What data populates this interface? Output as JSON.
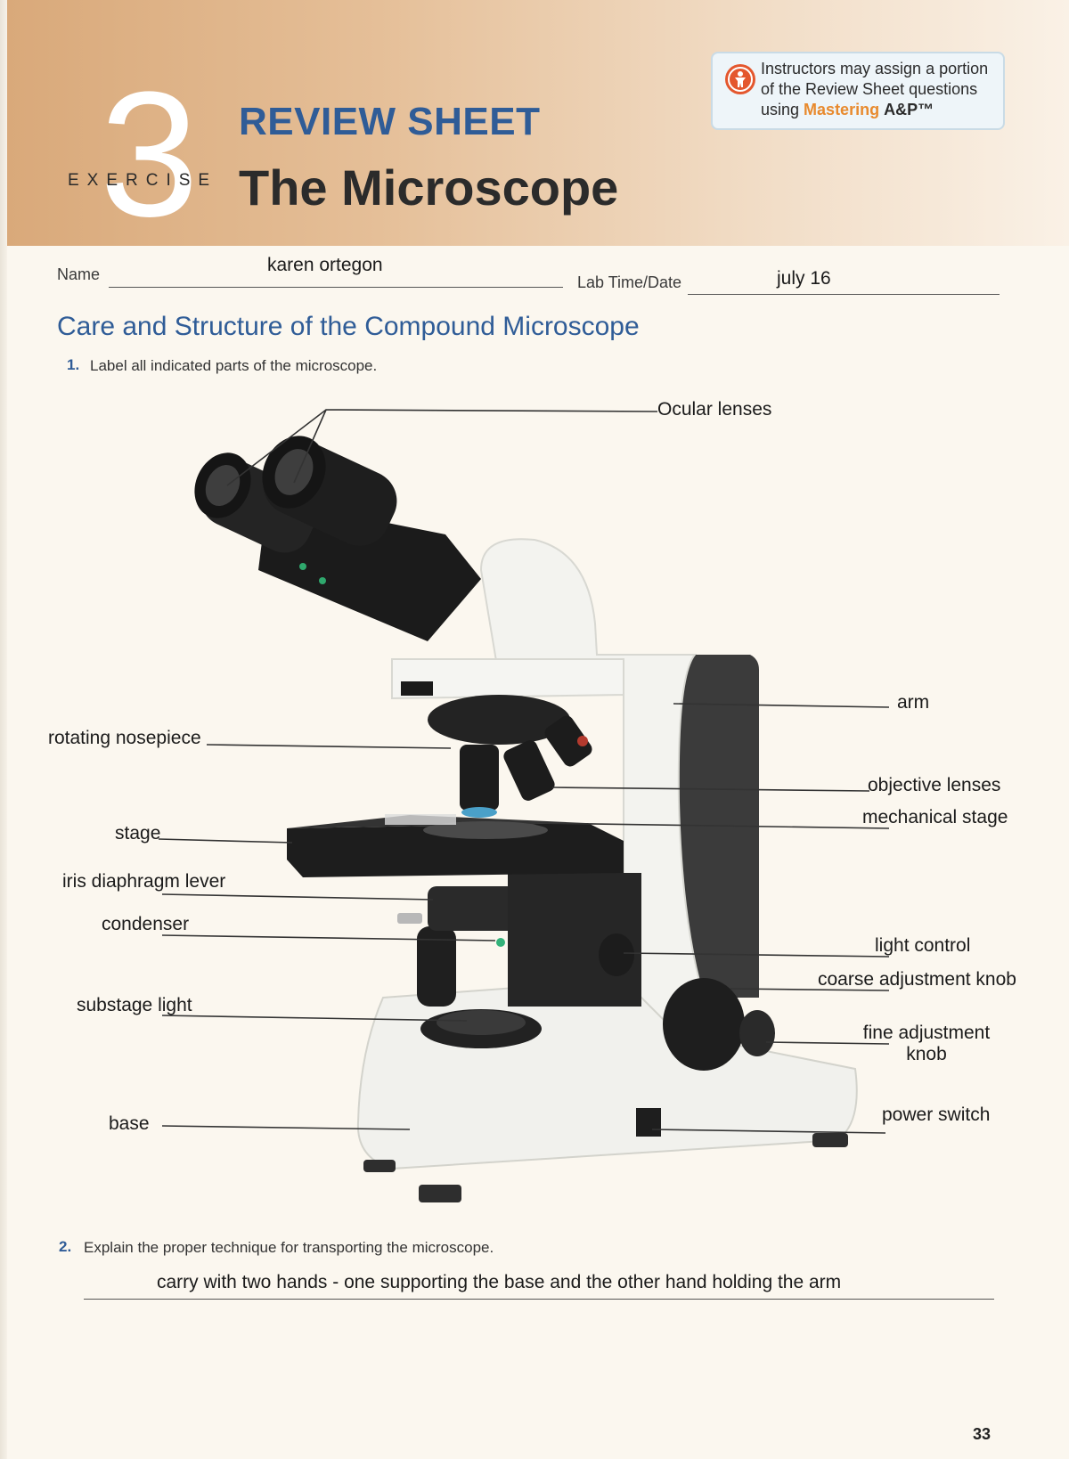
{
  "header": {
    "exercise_number": "3",
    "exercise_word": "EXERCISE",
    "review_sheet": "REVIEW SHEET",
    "title": "The Microscope"
  },
  "mastering_note": {
    "text_before": "Instructors may assign a portion of the Review Sheet questions using",
    "brand": "Mastering",
    "brand_suffix": "A&P™",
    "icon": "mastering-person-icon"
  },
  "fields": {
    "name_label": "Name",
    "name_value": "karen ortegon",
    "labtime_label": "Lab Time/Date",
    "labtime_value": "july 16"
  },
  "section": {
    "heading": "Care and Structure of the Compound Microscope"
  },
  "question1": {
    "number": "1.",
    "text": "Label all indicated parts of the microscope."
  },
  "labels": {
    "ocular": "Ocular lenses",
    "arm": "arm",
    "nosepiece": "rotating nosepiece",
    "objective": "objective lenses",
    "mech_stage": "mechanical stage",
    "stage": "stage",
    "iris": "iris diaphragm lever",
    "condenser": "condenser",
    "light_control": "light control",
    "coarse": "coarse adjustment knob",
    "substage": "substage light",
    "fine_line1": "fine adjustment",
    "fine_line2": "knob",
    "base": "base",
    "power": "power switch"
  },
  "question2": {
    "number": "2.",
    "text": "Explain the proper technique for transporting the microscope.",
    "answer": "carry with two hands - one supporting the base and the other hand holding the arm"
  },
  "page_number": "33",
  "colors": {
    "accent_blue": "#2f5c97",
    "brand_orange": "#e88a2e",
    "header_tan": "#d9a97a"
  }
}
